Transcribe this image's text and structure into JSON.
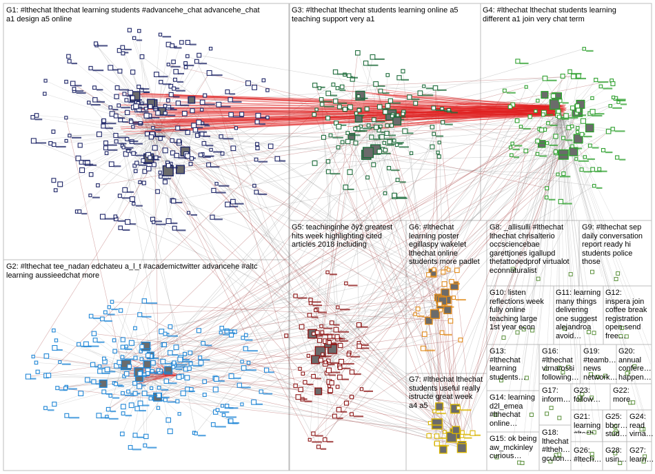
{
  "groups": [
    {
      "id": "G1",
      "label": "G1: #lthechat lthechat learning students #advancehe_chat advancehe_chat\na1 design a5 online",
      "color": "#1c2466"
    },
    {
      "id": "G2",
      "label": "G2: #lthechat tee_nadan edchateu a_l_t #academictwitter advancehe #altc\nlearning aussieedchat more",
      "color": "#1f86d6"
    },
    {
      "id": "G3",
      "label": "G3: #lthechat lthechat students learning online a5\nteaching support very a1",
      "color": "#1d6b3a"
    },
    {
      "id": "G4",
      "label": "G4: #lthechat lthechat students learning\ndifferent a1 join very chat term",
      "color": "#2ea02e"
    },
    {
      "id": "G5",
      "label": "G5: teachinginhe ðÿž greatest\nhits week highlighting cited\narticles 2018 including",
      "color": "#8c1515"
    },
    {
      "id": "G6",
      "label": "G6: #lthechat\nlearning poster\negillaspy wakelet\nlthechat online\nstudents more padlet",
      "color": "#e08a1a"
    },
    {
      "id": "G7",
      "label": "G7: #lthechat lthechat\nstudents useful really\nistructe great week\na4 a5",
      "color": "#d8b400"
    },
    {
      "id": "G8",
      "label": "G8: _allisulli #lthechat\nlthechat chrisalterio\noccsciencebae\ngarettjones igallupd\nthetattooedprof virtualot\neconnaturalist",
      "color": "#b0b0b0"
    },
    {
      "id": "G9",
      "label": "G9: #lthechat sep\ndaily conversation\nreport ready hi\nstudents police\nthose",
      "color": "#b0b0b0"
    },
    {
      "id": "G10",
      "label": "G10: listen\nreflections week\nfully online\nteaching large\n1st year econ",
      "color": "#b0b0b0"
    },
    {
      "id": "G11",
      "label": "G11: learning\nmany things\ndelivering\none suggest\nalejandroa\navoid…",
      "color": "#b0b0b0"
    },
    {
      "id": "G12",
      "label": "G12:\ninspera join\ncoffee break\nregistration\nopen send\nfree…",
      "color": "#b0b0b0"
    },
    {
      "id": "G13",
      "label": "G13:\n#lthechat\nlearning\nstudents…",
      "color": "#b0b0b0"
    },
    {
      "id": "G14",
      "label": "G14: learning\nd2l_emea\n#lthechat\nonline…",
      "color": "#b0b0b0"
    },
    {
      "id": "G15",
      "label": "G15: ok being\naw_mckinley\ncurious…",
      "color": "#b0b0b0"
    },
    {
      "id": "G16",
      "label": "G16:\n#lthechat\nvirnarossi\nfollowing…",
      "color": "#b0b0b0"
    },
    {
      "id": "G17",
      "label": "G17:\ninform…",
      "color": "#b0b0b0"
    },
    {
      "id": "G18",
      "label": "G18:\nlthechat\n#ltheh…\ngculon…",
      "color": "#b0b0b0"
    },
    {
      "id": "G19",
      "label": "G19:\n#teamb…\nnews\nnetwork…",
      "color": "#b0b0b0"
    },
    {
      "id": "G20",
      "label": "G20:\nannual\nconfere…\nhappen…",
      "color": "#b0b0b0"
    },
    {
      "id": "G21",
      "label": "G21:\nlearning\n#ltech…",
      "color": "#b0b0b0"
    },
    {
      "id": "G22",
      "label": "G22:\nmore",
      "color": "#b0b0b0"
    },
    {
      "id": "G23",
      "label": "G23:\nfollow…",
      "color": "#b0b0b0"
    },
    {
      "id": "G24",
      "label": "G24:\nread\nvirna…",
      "color": "#b0b0b0"
    },
    {
      "id": "G25",
      "label": "G25:\nbbcr…\nstud…",
      "color": "#b0b0b0"
    },
    {
      "id": "G26",
      "label": "G26:\n#ltech…",
      "color": "#b0b0b0"
    },
    {
      "id": "G27",
      "label": "G27:\nlearn…",
      "color": "#b0b0b0"
    },
    {
      "id": "G28",
      "label": "G28:\nusin…",
      "color": "#b0b0b0"
    }
  ],
  "colors": {
    "frame": "#bdbdbd",
    "edge_gray": "#8f8f8f",
    "edge_red": "#e02020",
    "edge_dark_red": "#9b2a2a"
  }
}
